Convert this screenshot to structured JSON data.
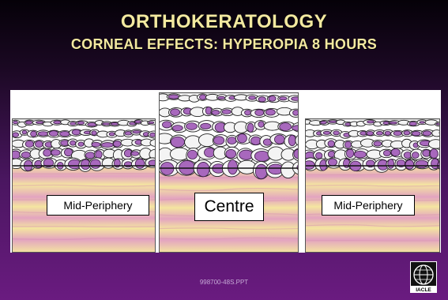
{
  "slide": {
    "title": "ORTHOKERATOLOGY",
    "subtitle": "CORNEAL EFFECTS: HYPEROPIA 8 HOURS",
    "footer_code": "998700-48S.PPT",
    "logo_text": "IACLE"
  },
  "sections": [
    {
      "id": "left",
      "label": "Mid-Periphery"
    },
    {
      "id": "centre",
      "label": "Centre"
    },
    {
      "id": "right",
      "label": "Mid-Periphery"
    }
  ],
  "colors": {
    "title_text": "#f3e9a0",
    "background_top": "#050108",
    "background_bottom": "#6a1b80",
    "nucleus": "#a868bd",
    "stroma_light": "#f4e5a0",
    "stroma_pink": "#e3a4c0"
  }
}
